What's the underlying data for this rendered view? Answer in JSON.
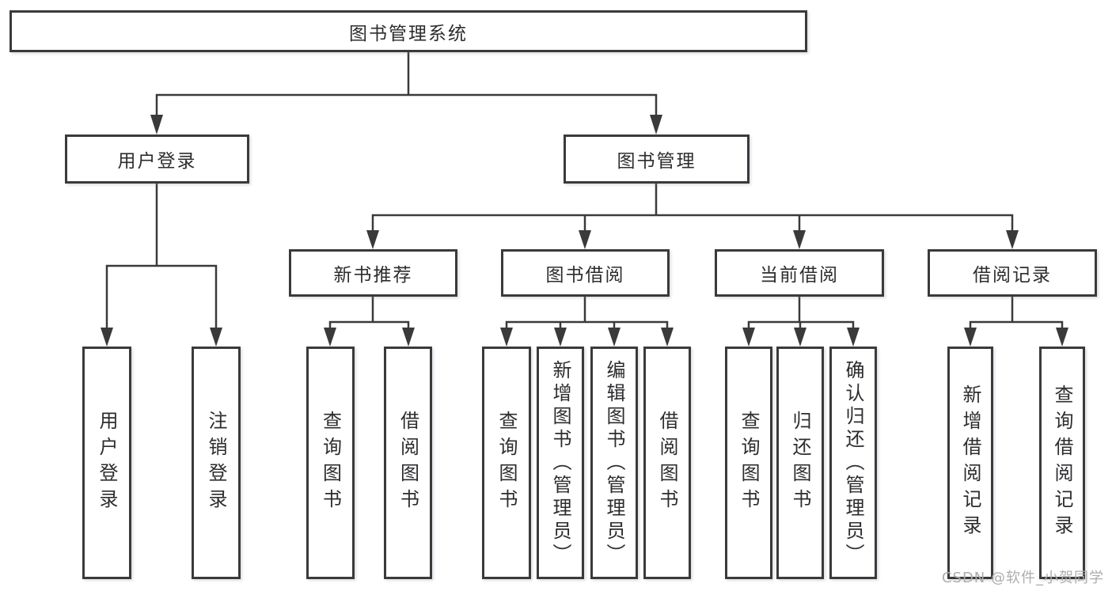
{
  "diagram": {
    "root": {
      "label": "图书管理系统",
      "children": [
        {
          "label": "用户登录",
          "children": [
            {
              "label": "用户登录"
            },
            {
              "label": "注销登录"
            }
          ]
        },
        {
          "label": "图书管理",
          "children": [
            {
              "label": "新书推荐",
              "children": [
                {
                  "label": "查询图书"
                },
                {
                  "label": "借阅图书"
                }
              ]
            },
            {
              "label": "图书借阅",
              "children": [
                {
                  "label": "查询图书"
                },
                {
                  "label": "新增图书（管理员）"
                },
                {
                  "label": "编辑图书（管理员）"
                },
                {
                  "label": "借阅图书"
                }
              ]
            },
            {
              "label": "当前借阅",
              "children": [
                {
                  "label": "查询图书"
                },
                {
                  "label": "归还图书"
                },
                {
                  "label": "确认归还（管理员）"
                }
              ]
            },
            {
              "label": "借阅记录",
              "children": [
                {
                  "label": "新增借阅记录"
                },
                {
                  "label": "查询借阅记录"
                }
              ]
            }
          ]
        }
      ]
    }
  },
  "watermark": "CSDN @软件_小贺同学",
  "colors": {
    "line": "#3a3a3a",
    "border": "#3a3a3a",
    "text": "#2d2d30",
    "watermark": "#adadad"
  }
}
